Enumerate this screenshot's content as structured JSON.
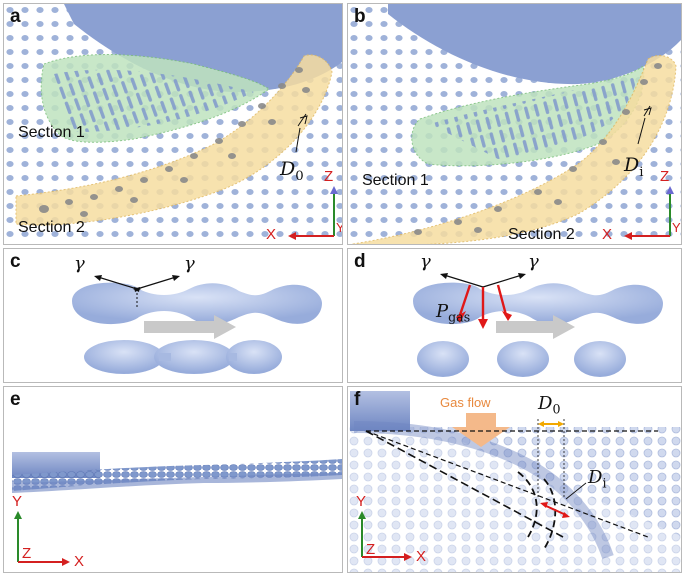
{
  "panels": {
    "a": {
      "label": "a",
      "section1": "Section 1",
      "section2": "Section 2",
      "dsym": "D",
      "dsub": "0",
      "ax1": "Z",
      "ax2": "X",
      "ax3": "Y"
    },
    "b": {
      "label": "b",
      "section1": "Section 1",
      "section2": "Section 2",
      "dsym": "D",
      "dsub": "i",
      "ax1": "Z",
      "ax2": "X",
      "ax3": "Y"
    },
    "c": {
      "label": "c",
      "gamma_left": "γ",
      "gamma_right": "γ"
    },
    "d": {
      "label": "d",
      "gamma_left": "γ",
      "gamma_right": "γ",
      "psym": "P",
      "psub": "gas"
    },
    "e": {
      "label": "e",
      "ax1": "Y",
      "ax2": "Z",
      "ax3": "X"
    },
    "f": {
      "label": "f",
      "gas_flow": "Gas flow",
      "d0sym": "D",
      "d0sub": "0",
      "disym": "D",
      "disub": "i",
      "ax1": "Y",
      "ax2": "Z",
      "ax3": "X"
    }
  },
  "colors": {
    "droplet": "#7f98cc",
    "jet": "#8ba0d2",
    "green_region": "#bfe3bf",
    "yellow_region": "#f6dda0",
    "axis_red": "#d42020",
    "axis_green": "#2a8a2a",
    "gas_arrow": "#f4b98a",
    "force_red": "#e01818"
  }
}
